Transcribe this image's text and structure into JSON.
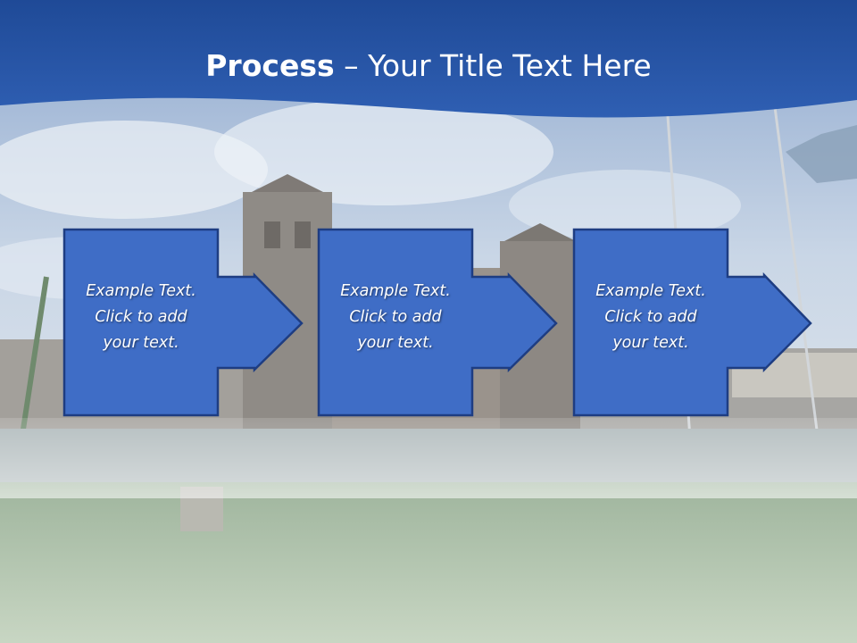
{
  "slide": {
    "title_bold": "Process",
    "title_rest": " – Your Title Text Here"
  },
  "steps": [
    {
      "text": "Example Text.\nClick  to add\nyour text."
    },
    {
      "text": "Example Text.\nClick  to add\nyour text."
    },
    {
      "text": "Example Text.\nClick  to add\nyour text."
    }
  ],
  "colors": {
    "header_blue": "#2b58a9",
    "box_fill": "#3f6dc6",
    "box_border": "#1e3d82",
    "text": "#ffffff"
  }
}
